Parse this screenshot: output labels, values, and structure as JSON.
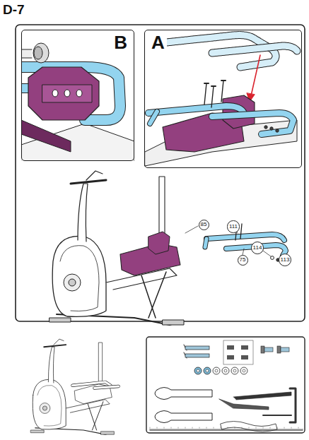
{
  "diagram": {
    "title": "D-7",
    "nodes": [
      {
        "text": [
          "B"
        ]
      },
      {
        "text": [
          "A"
        ]
      },
      {
        "text": [
          "85"
        ]
      },
      {
        "text": [
          "111"
        ]
      },
      {
        "text": [
          "75"
        ]
      },
      {
        "text": [
          "114"
        ]
      },
      {
        "text": [
          "113"
        ]
      }
    ]
  }
}
